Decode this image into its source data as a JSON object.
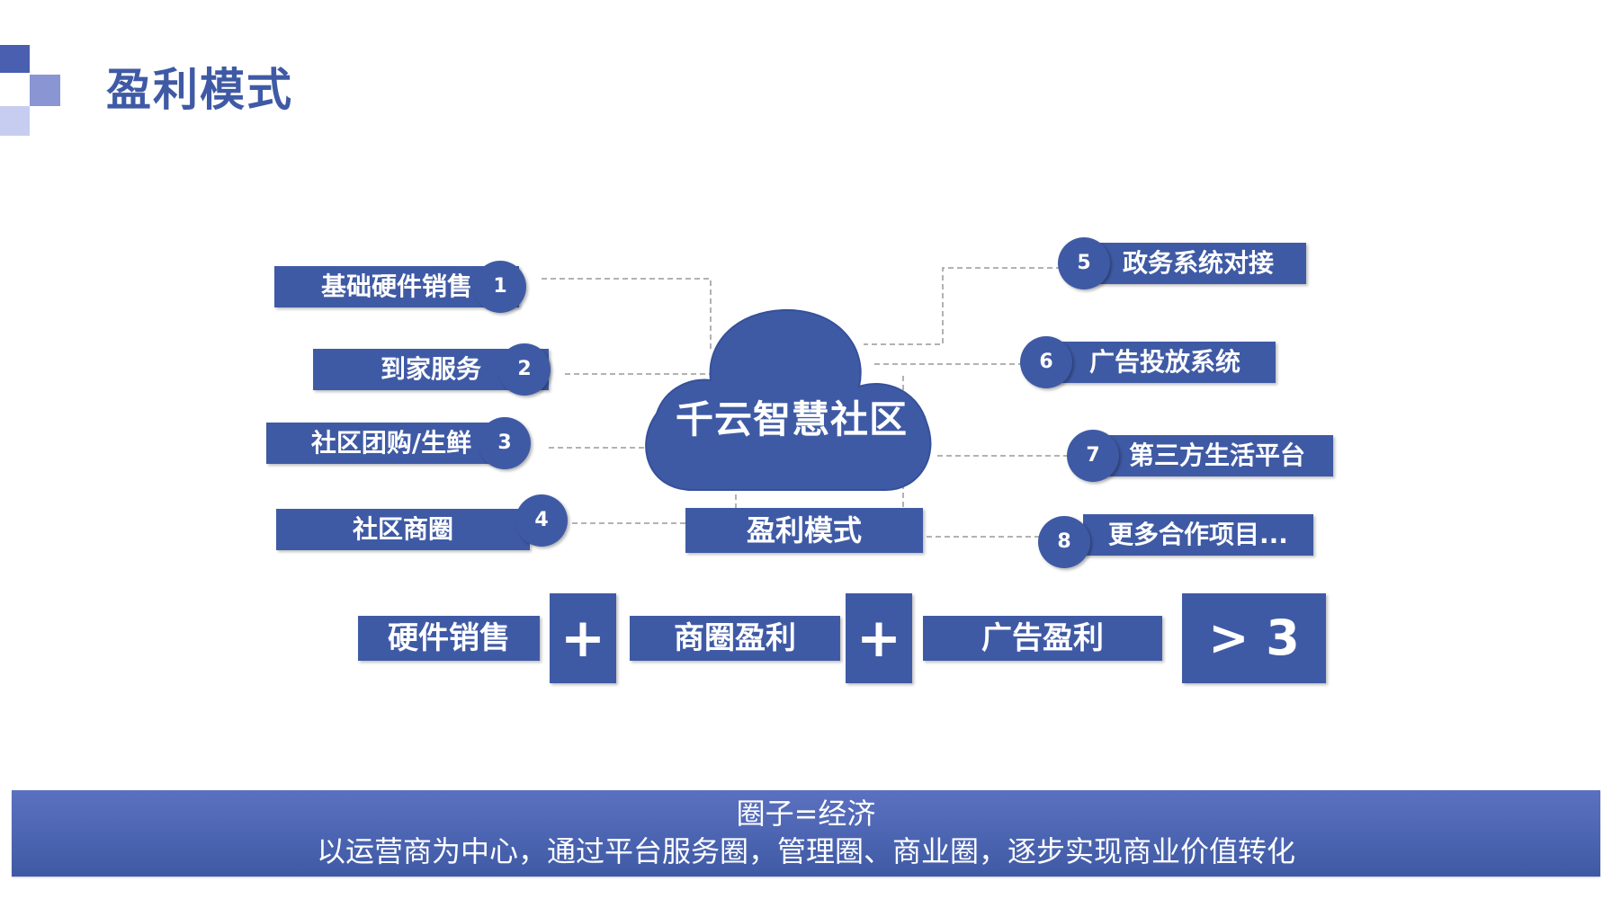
{
  "header": {
    "title": "盈利模式"
  },
  "cloud": {
    "title": "千云智慧社区",
    "label": "盈利模式"
  },
  "items": [
    {
      "number": "1",
      "label": "基础硬件销售"
    },
    {
      "number": "2",
      "label": "到家服务"
    },
    {
      "number": "3",
      "label": "社区团购/生鲜"
    },
    {
      "number": "4",
      "label": "社区商圈"
    },
    {
      "number": "5",
      "label": "政务系统对接"
    },
    {
      "number": "6",
      "label": "广告投放系统"
    },
    {
      "number": "7",
      "label": "第三方生活平台"
    },
    {
      "number": "8",
      "label": "更多合作项目..."
    }
  ],
  "formula": {
    "term1": "硬件销售",
    "plus1": "+",
    "term2": "商圈盈利",
    "plus2": "+",
    "term3": "广告盈利",
    "result": "> 3"
  },
  "banner": {
    "line1": "圈子=经济",
    "line2": "以运营商为中心，通过平台服务圈，管理圈、商业圈，逐步实现商业价值转化"
  },
  "colors": {
    "primary": "#3f5aa5",
    "deco_dark": "#4a5fb0",
    "deco_mid": "#8a95d3",
    "deco_light": "#c7cdf0",
    "connector": "#999999"
  }
}
